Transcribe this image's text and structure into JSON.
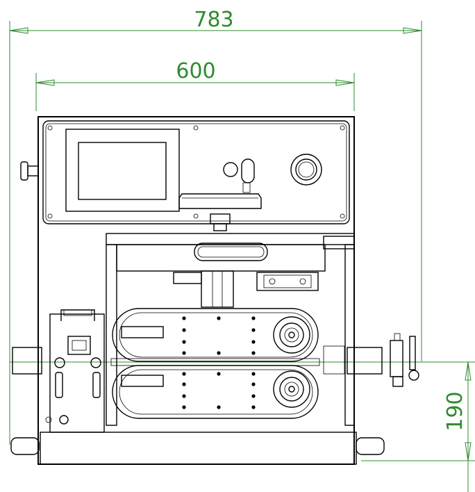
{
  "dimensions": {
    "overall_width": "783",
    "frame_width": "600",
    "center_height": "190"
  },
  "colors": {
    "dimension": "#2e8b2e",
    "linework": "#000000",
    "background": "#ffffff"
  }
}
